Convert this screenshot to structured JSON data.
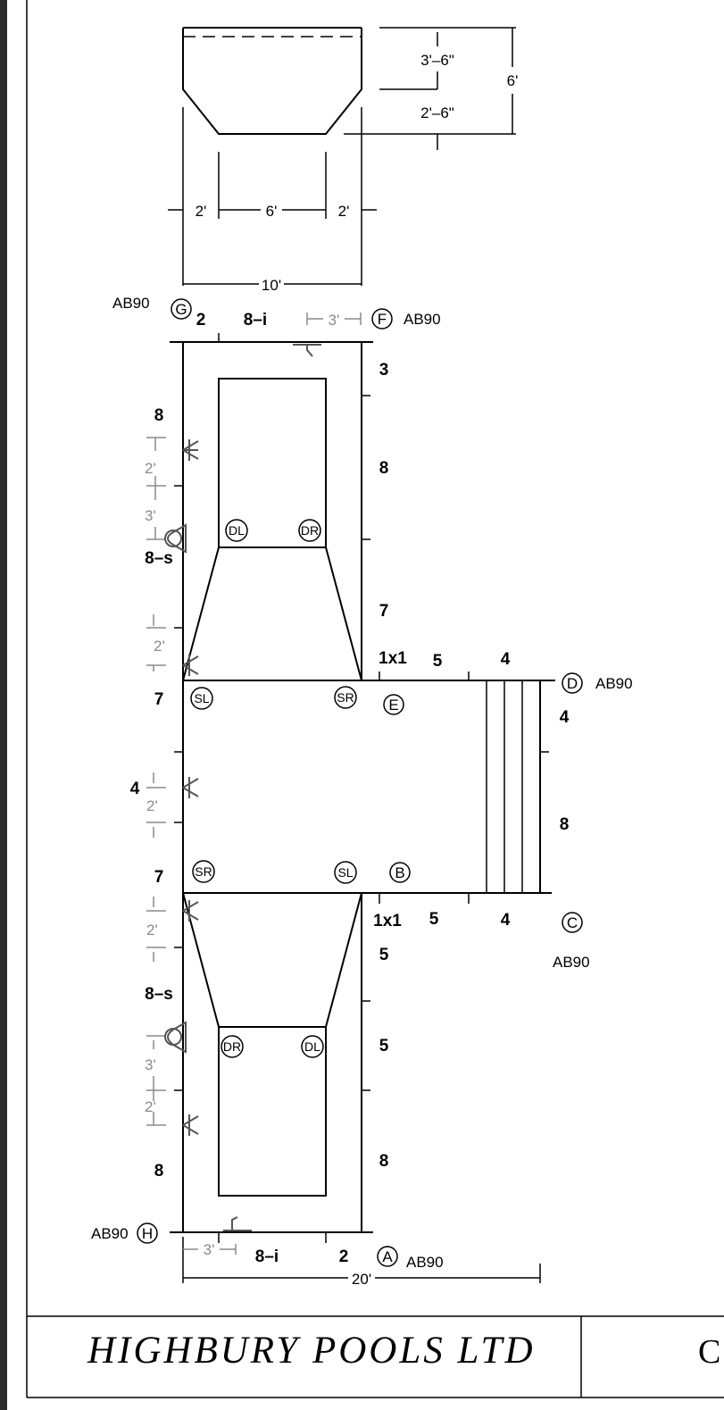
{
  "section": {
    "depths": {
      "shallow": "3'–6\"",
      "deep_step": "2'–6\"",
      "total": "6'"
    },
    "widths": {
      "left_slope": "2'",
      "floor": "6'",
      "right_slope": "2'",
      "total": "10'"
    }
  },
  "corners": {
    "G": {
      "letter": "G",
      "code": "AB90"
    },
    "F": {
      "letter": "F",
      "code": "AB90"
    },
    "D": {
      "letter": "D",
      "code": "AB90"
    },
    "C": {
      "letter": "C",
      "code": "AB90"
    },
    "H": {
      "letter": "H",
      "code": "AB90"
    },
    "A": {
      "letter": "A",
      "code": "AB90"
    },
    "E": {
      "letter": "E"
    },
    "B": {
      "letter": "B"
    }
  },
  "panels": {
    "top_left": "2",
    "top_mid": "8–i",
    "top_right_3": "3",
    "top_right_8": "8",
    "top_right_7": "7",
    "left_8": "8",
    "left_8s": "8–s",
    "left_7_top": "7",
    "left_4": "4",
    "left_7_bot": "7",
    "ext_top_1x1": "1x1",
    "ext_top_5": "5",
    "ext_top_4": "4",
    "ext_right_4": "4",
    "ext_right_8": "8",
    "ext_bot_1x1": "1x1",
    "ext_bot_5": "5",
    "ext_bot_4": "4",
    "bot_right_5a": "5",
    "bot_right_5b": "5",
    "bot_right_8": "8",
    "bot_left_8s": "8–s",
    "bot_left_8": "8",
    "bot_mid": "8–i",
    "bot_right_2": "2"
  },
  "dims": {
    "top_ladder_offset": "3'",
    "bot_ladder_offset": "3'",
    "upper_left_2a": "2'",
    "upper_left_3": "3'",
    "upper_left_2b": "2'",
    "mid_left_2": "2'",
    "lower_left_2a": "2'",
    "lower_left_3": "3'",
    "lower_left_2b": "2'",
    "overall_length": "20'"
  },
  "markers": {
    "upper_dl": "DL",
    "upper_dr": "DR",
    "mid_sl_top": "SL",
    "mid_sr_top": "SR",
    "mid_sr_bot": "SR",
    "mid_sl_bot": "SL",
    "lower_dr": "DR",
    "lower_dl": "DL"
  },
  "title_block": {
    "company": "HIGHBURY POOLS LTD",
    "right_text": "C"
  }
}
